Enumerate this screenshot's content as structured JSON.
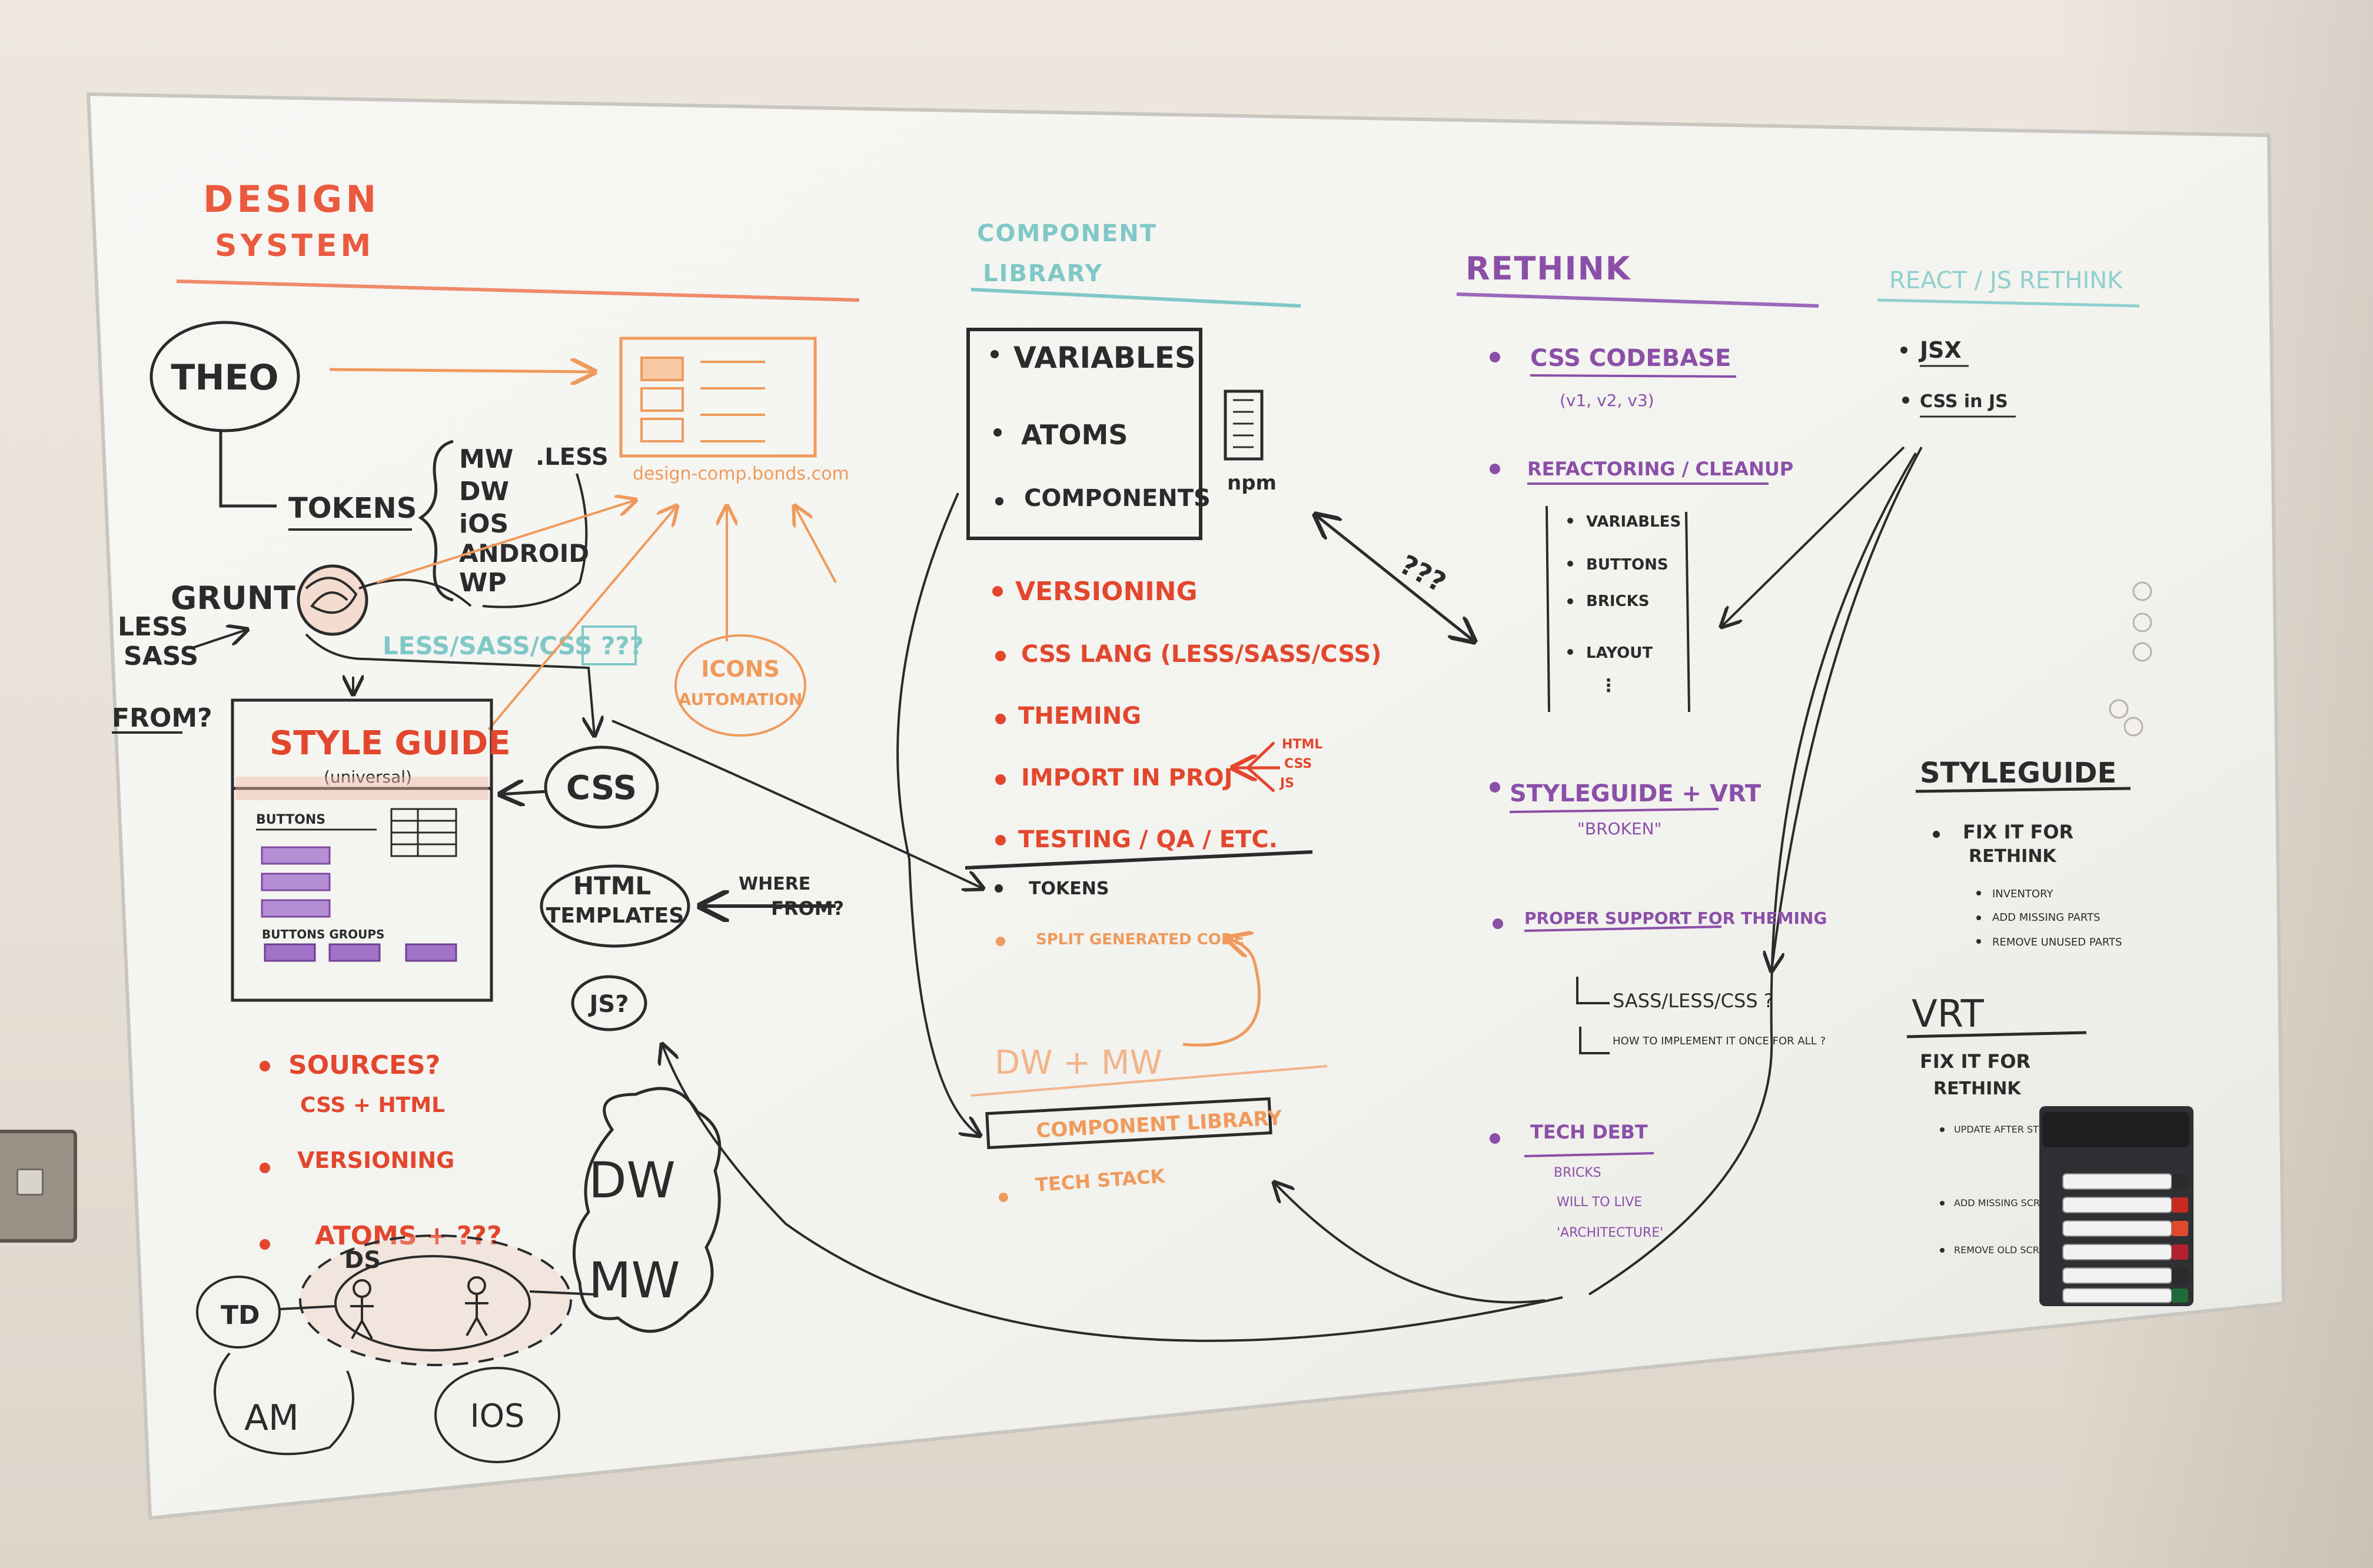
{
  "colors": {
    "wall": "#e9e2d8",
    "board": "#f4f4f0",
    "red": "#e2472e",
    "orange": "#ef9a5c",
    "teal": "#7fc8c6",
    "purple": "#8b4fa8",
    "black": "#2b2b2b"
  },
  "icons": [
    "whiteboard-marker-icon",
    "pin-icon",
    "light-switch-icon"
  ],
  "design_system": {
    "title_line1": "DESIGN",
    "title_line2": "SYSTEM",
    "theo": "THEO",
    "tokens": "TOKENS",
    "platforms": [
      "MW",
      "DW",
      "iOS",
      "ANDROID",
      "WP"
    ],
    "less": ".LESS",
    "grunt": "GRUNT",
    "less_sass": [
      "LESS",
      "SASS"
    ],
    "from": "FROM?",
    "pipeline": "LESS/SASS/CSS ???",
    "site_caption": "design-comp.bonds.com",
    "icons_automation": [
      "ICONS",
      "AUTOMATION"
    ],
    "style_guide": "STYLE GUIDE",
    "universal": "(universal)",
    "buttons_label": "BUTTONS",
    "buttons_groups_label": "BUTTONS GROUPS",
    "css": "CSS",
    "html_templates": [
      "HTML",
      "TEMPLATES"
    ],
    "where_from": [
      "WHERE",
      "FROM?"
    ],
    "js": "JS?",
    "bullets": [
      {
        "line1": "SOURCES?",
        "line2": "CSS + HTML"
      },
      {
        "line1": "VERSIONING",
        "line2": ""
      },
      {
        "line1": "ATOMS + ???",
        "line2": ""
      }
    ],
    "ds": "DS",
    "td": "TD",
    "dw": "DW",
    "mw": "MW",
    "am": "AM",
    "ios": "IOS"
  },
  "component_library": {
    "title_line1": "COMPONENT",
    "title_line2": "LIBRARY",
    "box_items": [
      "VARIABLES",
      "ATOMS",
      "COMPONENTS"
    ],
    "npm": "npm",
    "red_items": [
      "VERSIONING",
      "CSS LANG (LESS/SASS/CSS)",
      "THEMING",
      "IMPORT IN PROJ",
      "TESTING / QA / ETC."
    ],
    "import_note": [
      "HTML",
      "CSS",
      "JS"
    ],
    "question_marks": "???",
    "tokens_item": "TOKENS",
    "split_item": "SPLIT GENERATED CODE",
    "dw_mw": "DW + MW",
    "component_library_box": "COMPONENT LIBRARY",
    "tech_stack": "TECH STACK"
  },
  "rethink": {
    "title": "RETHINK",
    "items": [
      {
        "label": "CSS CODEBASE",
        "sub": [
          "(v1, v2, v3)"
        ]
      },
      {
        "label": "REFACTORING / CLEANUP",
        "sub": [
          "VARIABLES",
          "BUTTONS",
          "BRICKS",
          "LAYOUT",
          "⋮"
        ]
      },
      {
        "label": "STYLEGUIDE + VRT",
        "sub": [
          "\"BROKEN\""
        ]
      },
      {
        "label": "PROPER SUPPORT FOR THEMING",
        "sub": [
          "SASS/LESS/CSS ?",
          "HOW TO IMPLEMENT IT ONCE FOR ALL ?"
        ]
      },
      {
        "label": "TECH DEBT",
        "sub": [
          "BRICKS",
          "WILL TO LIVE",
          "'ARCHITECTURE'"
        ]
      }
    ]
  },
  "react_js": {
    "title": "REACT / JS RETHINK",
    "items": [
      "JSX",
      "CSS in JS"
    ]
  },
  "styleguide_section": {
    "title": "STYLEGUIDE",
    "item": [
      "FIX IT FOR",
      "RETHINK"
    ],
    "sub": [
      "INVENTORY",
      "ADD MISSING PARTS",
      "REMOVE UNUSED PARTS"
    ]
  },
  "vrt_section": {
    "title": "VRT",
    "item": [
      "FIX IT FOR",
      "RETHINK"
    ],
    "sub": [
      "UPDATE AFTER STYLEGUIDE",
      "ADD MISSING SCREENS",
      "REMOVE OLD SCREENS ?"
    ]
  }
}
